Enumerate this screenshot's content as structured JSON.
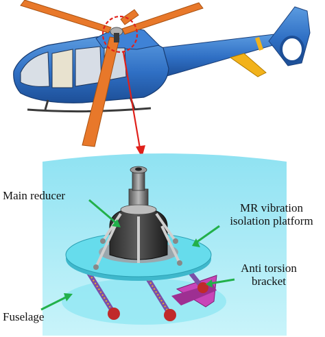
{
  "labels": {
    "main_reducer": "Main reducer",
    "mr_line1": "MR vibration",
    "mr_line2": "isolation platform",
    "anti_line1": "Anti torsion",
    "anti_line2": "bracket",
    "fuselage": "Fuselage"
  },
  "colors": {
    "fuselage_blue": "#2f6fc4",
    "rotor_orange": "#e8782a",
    "tail_yellow": "#f2b21b",
    "platform_cyan": "#66dcec",
    "background_cyan": "#a8ecf6",
    "arrow_green": "#22b04a",
    "callout_red": "#e0201a",
    "damper_purple": "#7a4fa8",
    "bracket_magenta": "#c844b8"
  }
}
